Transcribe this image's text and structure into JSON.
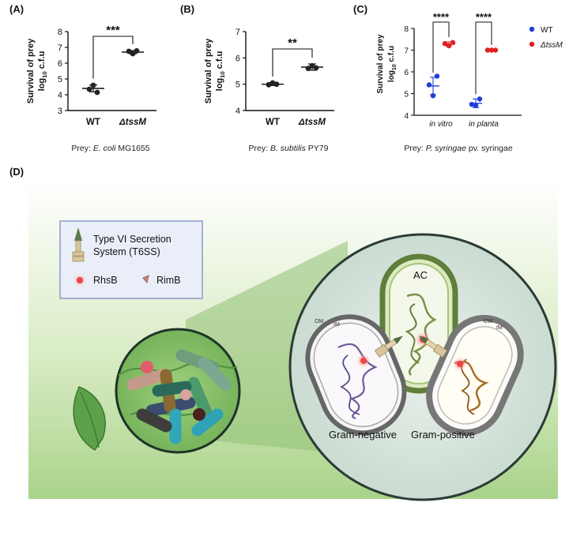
{
  "panels": {
    "A": "(A)",
    "B": "(B)",
    "C": "(C)",
    "D": "(D)"
  },
  "chart_data": [
    {
      "id": "A",
      "type": "scatter",
      "ylabel_line1": "Survival of prey",
      "ylabel_line2_pre": "log",
      "ylabel_line2_sub": "10",
      "ylabel_line2_post": " c.f.u",
      "ylim": [
        3,
        8
      ],
      "yticks": [
        "3",
        "4",
        "5",
        "6",
        "7",
        "8"
      ],
      "categories": [
        "WT",
        "ΔtssM"
      ],
      "points": [
        [
          4.35,
          4.6,
          4.15
        ],
        [
          6.75,
          6.6,
          6.78
        ]
      ],
      "mean": [
        4.4,
        6.7
      ],
      "sd": [
        0.22,
        0.1
      ],
      "significance": "***",
      "caption_pre": "Prey: ",
      "caption_italic": "E. coli",
      "caption_post": " MG1655",
      "color": "#222222"
    },
    {
      "id": "B",
      "type": "scatter",
      "ylabel_line1": "Survival of prey",
      "ylabel_line2_pre": "log",
      "ylabel_line2_sub": "10",
      "ylabel_line2_post": " c.f.u",
      "ylim": [
        4,
        7
      ],
      "yticks": [
        "4",
        "5",
        "6",
        "7"
      ],
      "categories": [
        "WT",
        "ΔtssM"
      ],
      "points": [
        [
          4.98,
          5.05,
          5.0
        ],
        [
          5.6,
          5.7,
          5.62
        ]
      ],
      "mean": [
        5.0,
        5.65
      ],
      "sd": [
        0.05,
        0.12
      ],
      "significance": "**",
      "caption_pre": "Prey: ",
      "caption_italic": "B. subtilis",
      "caption_post": " PY79",
      "color": "#222222"
    },
    {
      "id": "C",
      "type": "scatter",
      "ylabel_line1": "Survival of prey",
      "ylabel_line2_pre": "log",
      "ylabel_line2_sub": "10",
      "ylabel_line2_post": " c.f.u",
      "ylim": [
        4,
        8
      ],
      "yticks": [
        "4",
        "5",
        "6",
        "7",
        "8"
      ],
      "categories": [
        "in vitro",
        "in planta"
      ],
      "series": [
        {
          "name": "WT",
          "color": "#1f3fd6",
          "points": [
            [
              5.4,
              4.9,
              5.8
            ],
            [
              4.5,
              4.45,
              4.75
            ]
          ],
          "mean": [
            5.35,
            4.55
          ],
          "sd": [
            0.4,
            0.2
          ]
        },
        {
          "name": "ΔtssM",
          "color": "#e02020",
          "points": [
            [
              7.3,
              7.2,
              7.35
            ],
            [
              7.0,
              7.0,
              7.0
            ]
          ],
          "mean": [
            7.28,
            7.0
          ],
          "sd": [
            0.1,
            0.02
          ]
        }
      ],
      "significance": [
        "****",
        "****"
      ],
      "caption_pre": "Prey: ",
      "caption_italic": "P. syringae",
      "caption_post": " pv. syringae"
    }
  ],
  "legend_c": {
    "wt": "WT",
    "tssm": "ΔtssM"
  },
  "diagram": {
    "legend_t6ss_line1": "Type VI Secretion",
    "legend_t6ss_line2": "System (T6SS)",
    "legend_rhsb": "RhsB",
    "legend_rimb": "RimB",
    "label_ac": "AC",
    "label_gram_negative": "Gram-negative",
    "label_gram_positive": "Gram-positive",
    "label_om": "OM",
    "label_im": "IM",
    "label_cw": "CW",
    "label_im2": "IM"
  }
}
